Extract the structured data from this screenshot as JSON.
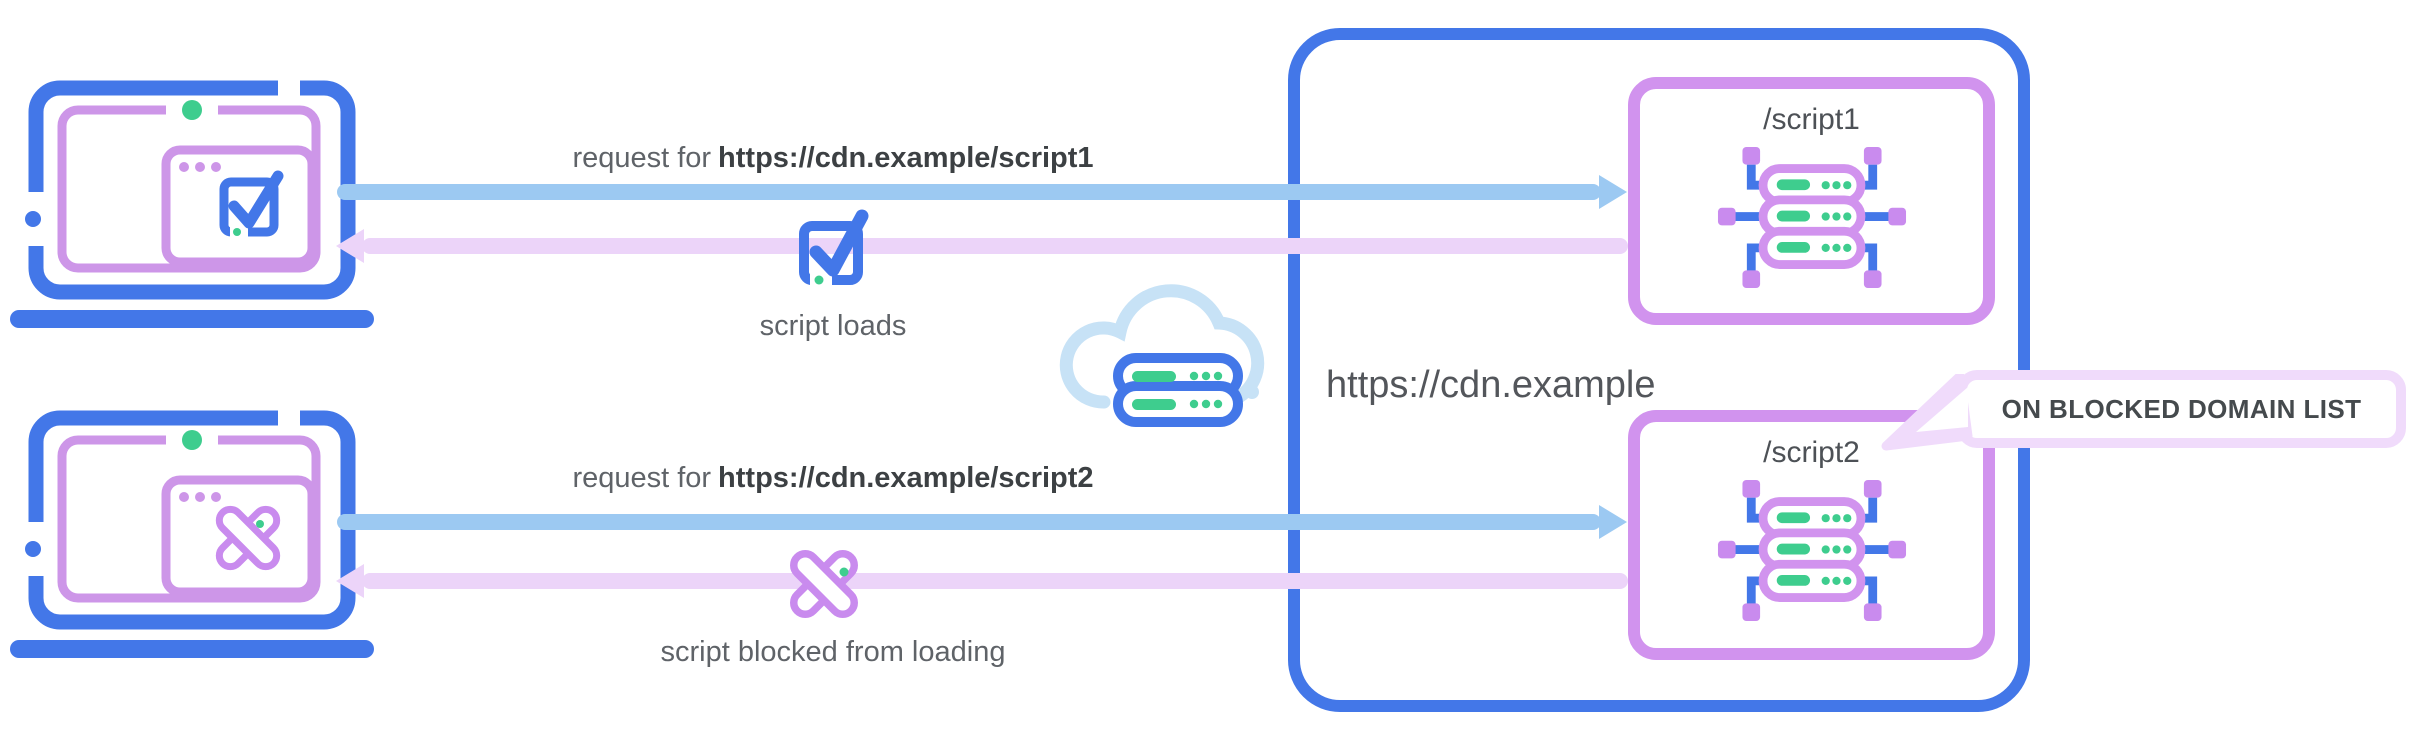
{
  "diagram": {
    "top_flow": {
      "request_prefix": "request for",
      "request_url": "https://cdn.example/script1",
      "result": "script loads"
    },
    "bottom_flow": {
      "request_prefix": "request for",
      "request_url": "https://cdn.example/script2",
      "result": "script blocked from loading"
    },
    "cdn": {
      "domain": "https://cdn.example",
      "endpoint1": "/script1",
      "endpoint2": "/script2"
    },
    "callout": "ON BLOCKED DOMAIN LIST"
  },
  "icons": {
    "laptop_allowed": "laptop-browser-check-icon",
    "laptop_blocked": "laptop-browser-cross-icon",
    "check": "checkbox-check-icon",
    "cross": "blocked-cross-icon",
    "cloud_server": "cdn-cloud-server-icon",
    "server_node": "server-node-icon"
  },
  "colors": {
    "blue": "#4377E8",
    "arrow_blue": "#9CC9F2",
    "cloud_blue": "#C7E2F6",
    "purple": "#CD96E8",
    "purple_accent": "#C98BEE",
    "arrow_purple": "#ECD4F9",
    "callout_border": "#F0DBFB",
    "green": "#3ECD8E",
    "text": "#5F6368",
    "text_bold": "#3C4043"
  }
}
